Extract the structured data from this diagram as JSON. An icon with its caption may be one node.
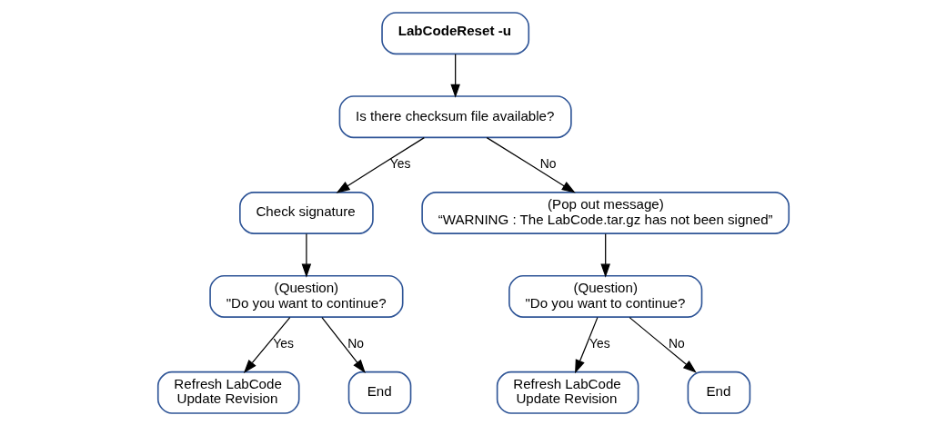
{
  "diagram": {
    "nodes": [
      {
        "text": [
          "LabCodeReset -u"
        ]
      },
      {
        "text": [
          "Is there checksum file available?"
        ]
      },
      {
        "text": [
          "Check signature"
        ]
      },
      {
        "text": [
          "(Pop out message)",
          "“WARNING : The LabCode.tar.gz has not been signed”"
        ]
      },
      {
        "text": [
          "(Question)",
          "\"Do you want to continue?"
        ]
      },
      {
        "text": [
          "Refresh LabCode Update Revision"
        ]
      },
      {
        "text": [
          "End"
        ]
      },
      {
        "text": [
          "(Question)",
          "\"Do you want to continue?"
        ]
      },
      {
        "text": [
          "Refresh LabCode Update Revision"
        ]
      },
      {
        "text": [
          "End"
        ]
      }
    ],
    "edges": [
      {
        "from": 0,
        "to": 1,
        "arrow": "to"
      },
      {
        "from": 1,
        "to": 2,
        "arrow": "to",
        "label": "Yes"
      },
      {
        "from": 1,
        "to": 3,
        "arrow": "to",
        "label": "No"
      },
      {
        "from": 2,
        "to": 4,
        "arrow": "to"
      },
      {
        "from": 3,
        "to": 7,
        "arrow": "to"
      },
      {
        "from": 4,
        "to": 5,
        "arrow": "to",
        "label": "Yes"
      },
      {
        "from": 4,
        "to": 6,
        "arrow": "to",
        "label": "No"
      },
      {
        "from": 7,
        "to": 8,
        "arrow": "to",
        "label": "Yes"
      },
      {
        "from": 7,
        "to": 9,
        "arrow": "to",
        "label": "No"
      }
    ]
  }
}
